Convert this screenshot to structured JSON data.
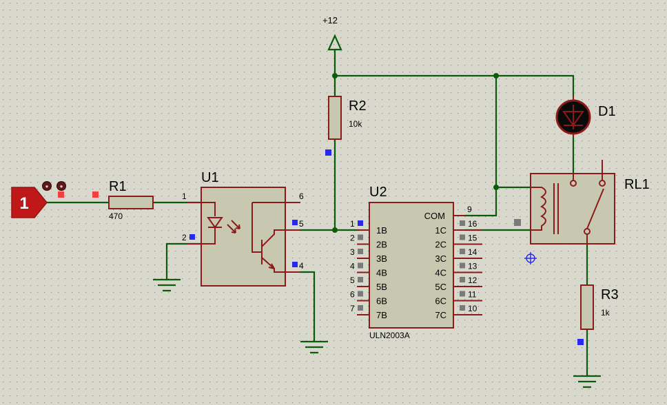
{
  "colors": {
    "background": "#d8d8cc",
    "grid_dot": "#8e8e86",
    "wire": "#0a5c0a",
    "component": "#8b1a1a",
    "component_fill": "#c8c8b0",
    "pin_blue": "#2828f0",
    "pin_gray": "#7a7a7a",
    "pin_red": "#f04040",
    "terminal": "#c01818",
    "text": "#000000"
  },
  "power": {
    "label": "+12"
  },
  "terminal": {
    "label": "1"
  },
  "R1": {
    "name": "R1",
    "value": "470"
  },
  "R2": {
    "name": "R2",
    "value": "10k"
  },
  "R3": {
    "name": "R3",
    "value": "1k"
  },
  "D1": {
    "name": "D1"
  },
  "RL1": {
    "name": "RL1"
  },
  "U1": {
    "name": "U1",
    "pins": {
      "p1": "1",
      "p2": "2",
      "p4": "4",
      "p5": "5",
      "p6": "6"
    }
  },
  "U2": {
    "name": "U2",
    "part": "ULN2003A",
    "inputs": [
      {
        "pin": "1",
        "label": "1B"
      },
      {
        "pin": "2",
        "label": "2B"
      },
      {
        "pin": "3",
        "label": "3B"
      },
      {
        "pin": "4",
        "label": "4B"
      },
      {
        "pin": "5",
        "label": "5B"
      },
      {
        "pin": "6",
        "label": "6B"
      },
      {
        "pin": "7",
        "label": "7B"
      }
    ],
    "outputs": [
      {
        "pin": "16",
        "label": "1C"
      },
      {
        "pin": "15",
        "label": "2C"
      },
      {
        "pin": "14",
        "label": "3C"
      },
      {
        "pin": "13",
        "label": "4C"
      },
      {
        "pin": "12",
        "label": "5C"
      },
      {
        "pin": "11",
        "label": "6C"
      },
      {
        "pin": "10",
        "label": "7C"
      }
    ],
    "com": {
      "pin": "9",
      "label": "COM"
    }
  }
}
